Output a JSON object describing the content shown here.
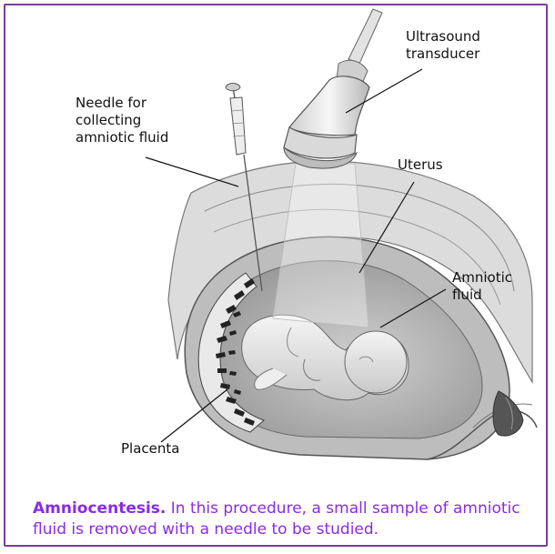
{
  "labels": {
    "ultrasound_transducer": "Ultrasound\ntransducer",
    "needle": "Needle for\ncollecting\namniotic fluid",
    "uterus": "Uterus",
    "amniotic_fluid": "Amniotic\nfluid",
    "placenta": "Placenta"
  },
  "caption": {
    "lead": "Amniocentesis.",
    "text": " In this procedure, a small sample of amniotic fluid is removed with a needle to be studied."
  },
  "colors": {
    "frame": "#7b3f98",
    "caption_text": "#8a2be2"
  }
}
